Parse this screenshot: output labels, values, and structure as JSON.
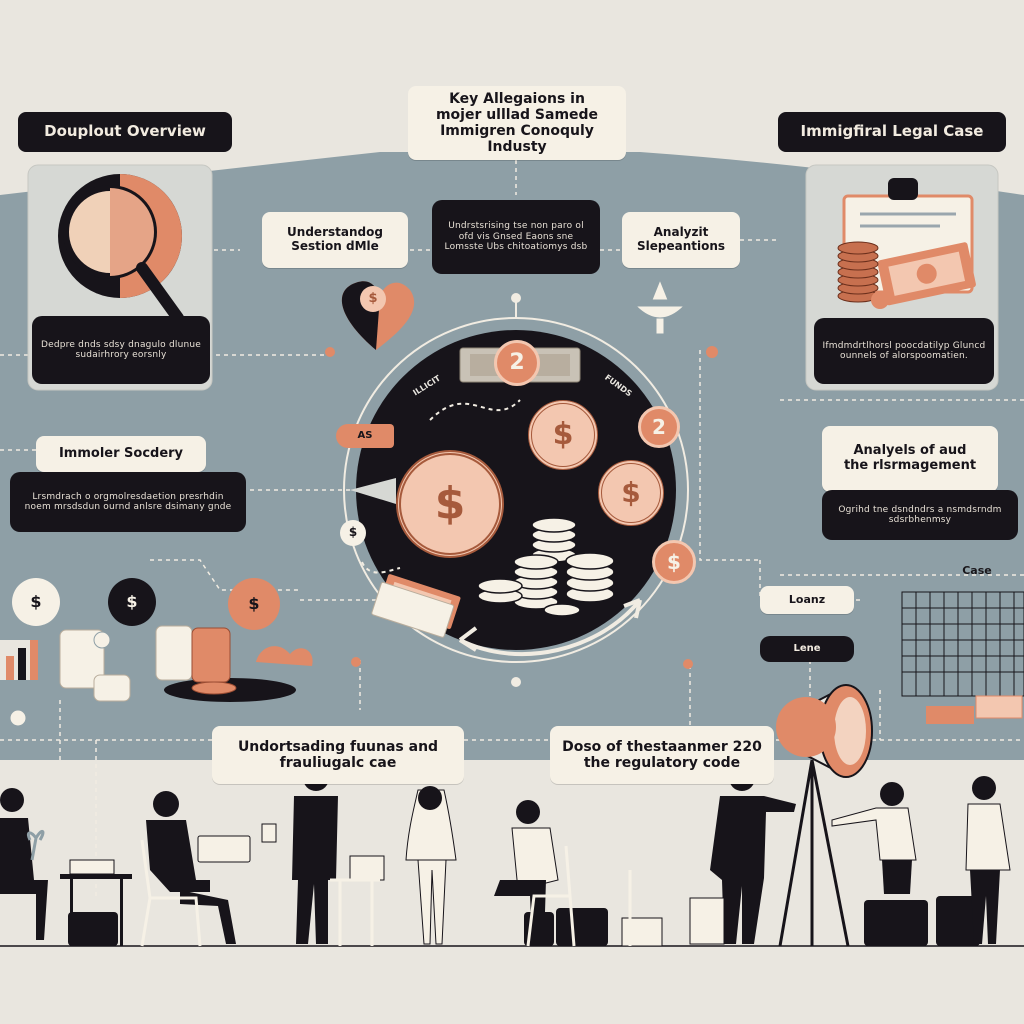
{
  "colors": {
    "background": "#e9e6df",
    "panel": "#8e9fa6",
    "dark": "#17141a",
    "accent": "#e08a68",
    "cream": "#f6f1e6"
  },
  "header": {
    "title_lines": [
      "Key Allegaions in",
      "mojer ulllad Samede",
      "Immigren Conoquly Industy"
    ]
  },
  "left": {
    "overview_label": "Douplout Overview",
    "overview_text": "Dedpre dnds sdsy dnagulo dlunue sudairhrory eorsnly",
    "icon": "magnifier-icon",
    "society_label": "Immoler Socdery",
    "society_text": "Lrsmdrach o orgmolresdaetion presrhdin noem mrsdsdun ournd anlsre dsimany gnde"
  },
  "right": {
    "legal_label": "Immigfiral Legal Case",
    "legal_text": "Ifmdmdrtlhorsl poocdatilyp Gluncd ounnels of alorspoomatien.",
    "icon": "clipboard-icon",
    "analysis_lines": [
      "Analyels of aud",
      "the rlsrmagement"
    ],
    "analysis_text": "Ogrihd tne dsndndrs a nsmdsrndm sdsrbhenmsy",
    "loans": [
      "Loanz",
      "Lene"
    ],
    "case_small": "Case"
  },
  "center": {
    "understanding_lines": [
      "Understandog",
      "Sestion dMle"
    ],
    "middle_text": "Undrstsrising tse non paro ol ofd vis Gnsed Eaons sne Lomsste Ubs chitoatiomys dsb",
    "analysis_lines": [
      "Analyzit",
      "Slepeantions"
    ],
    "circle_tag_left": "ILLICIT",
    "circle_tag_right": "FUNDS",
    "money_tag": "AS"
  },
  "bottom": {
    "funds_lines": [
      "Undortsading fuunas and",
      "frauliugalc cae"
    ],
    "regulatory_lines": [
      "Doso of thestaanmer 220",
      "the regulatory code"
    ]
  },
  "coins": {
    "symbol": "$",
    "badge_number": "2"
  }
}
